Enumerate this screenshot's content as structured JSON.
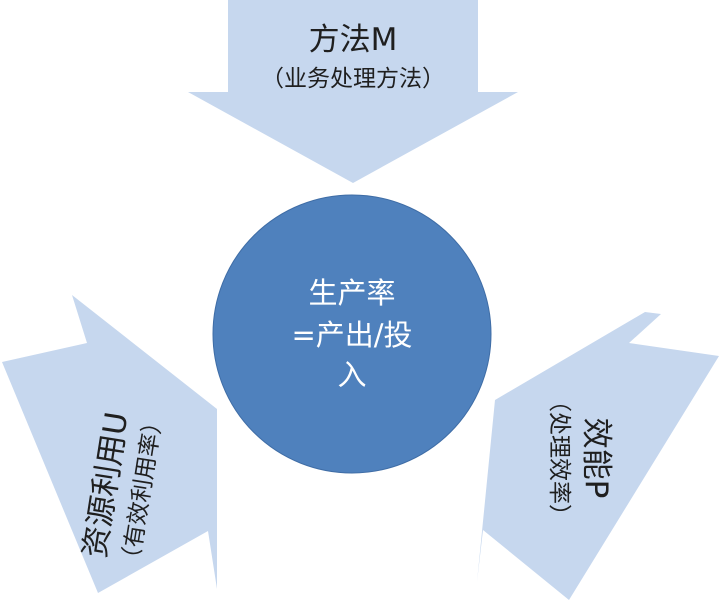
{
  "center": {
    "lines": [
      "生产率",
      "=产出/投",
      "入"
    ],
    "color": "#4f81bd"
  },
  "arrows": {
    "top": {
      "title": "方法M",
      "subtitle": "（业务处理方法）"
    },
    "left": {
      "title": "资源利用U",
      "subtitle": "（有效利用率）"
    },
    "right": {
      "title": "效能P",
      "subtitle": "（处理效率）"
    },
    "color": "#c6d7ee"
  }
}
